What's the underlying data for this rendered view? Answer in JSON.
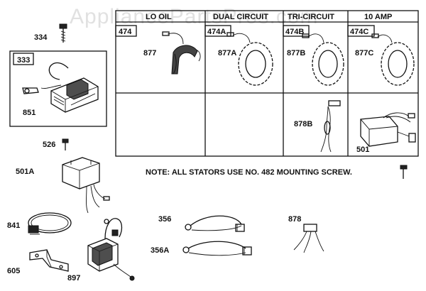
{
  "watermark": "AppliancePartsPros.com",
  "table": {
    "headers": [
      "LO OIL",
      "DUAL CIRCUIT",
      "TRI-CIRCUIT",
      "10 AMP"
    ],
    "box_labels": [
      "474",
      "474A",
      "474B",
      "474C"
    ],
    "stator_callouts": [
      "877",
      "877A",
      "877B",
      "877C"
    ],
    "lower_callouts": [
      "878B",
      "501"
    ]
  },
  "parts": {
    "p334": "334",
    "p333": "333",
    "p851": "851",
    "p526": "526",
    "p501A": "501A",
    "p841": "841",
    "p605": "605",
    "p897": "897",
    "p356": "356",
    "p356A": "356A",
    "p878": "878"
  },
  "note": "NOTE: ALL STATORS USE NO. 482 MOUNTING SCREW."
}
